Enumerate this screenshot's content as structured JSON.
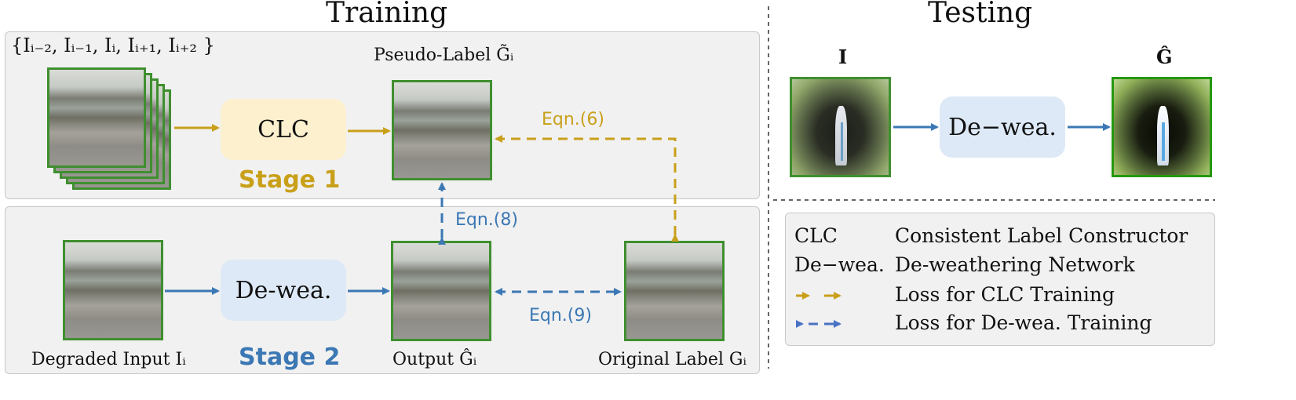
{
  "training": {
    "title": "Training",
    "input_sequence_label": "{Iᵢ₋₂, Iᵢ₋₁, Iᵢ, Iᵢ₊₁, Iᵢ₊₂ }",
    "stage1": {
      "name": "Stage 1",
      "module": "CLC",
      "pseudo_label": "Pseudo-Label G̃ᵢ"
    },
    "stage2": {
      "name": "Stage 2",
      "module": "De-wea.",
      "degraded_input": "Degraded Input Iᵢ",
      "output": "Output Ĝᵢ",
      "original_label": "Original Label Gᵢ"
    },
    "equations": {
      "eqn6": "Eqn.(6)",
      "eqn8": "Eqn.(8)",
      "eqn9": "Eqn.(9)"
    }
  },
  "testing": {
    "title": "Testing",
    "input_label": "I",
    "output_label": "Ĝ",
    "module": "De−wea."
  },
  "legend": {
    "rows": [
      {
        "abbr": "CLC",
        "desc": "Consistent Label Constructor"
      },
      {
        "abbr": "De−wea.",
        "desc": "De-weathering Network"
      },
      {
        "abbr": "",
        "desc": "Loss for CLC Training"
      },
      {
        "abbr": "",
        "desc": "Loss for De-wea. Training"
      }
    ]
  },
  "colors": {
    "gold": "#c9a01a",
    "blue": "#3b78b4",
    "clc_box": "#fdf0cf",
    "dewea_box": "#dde9f6",
    "image_border": "#3f8f2f",
    "panel": "#f1f1f1"
  }
}
